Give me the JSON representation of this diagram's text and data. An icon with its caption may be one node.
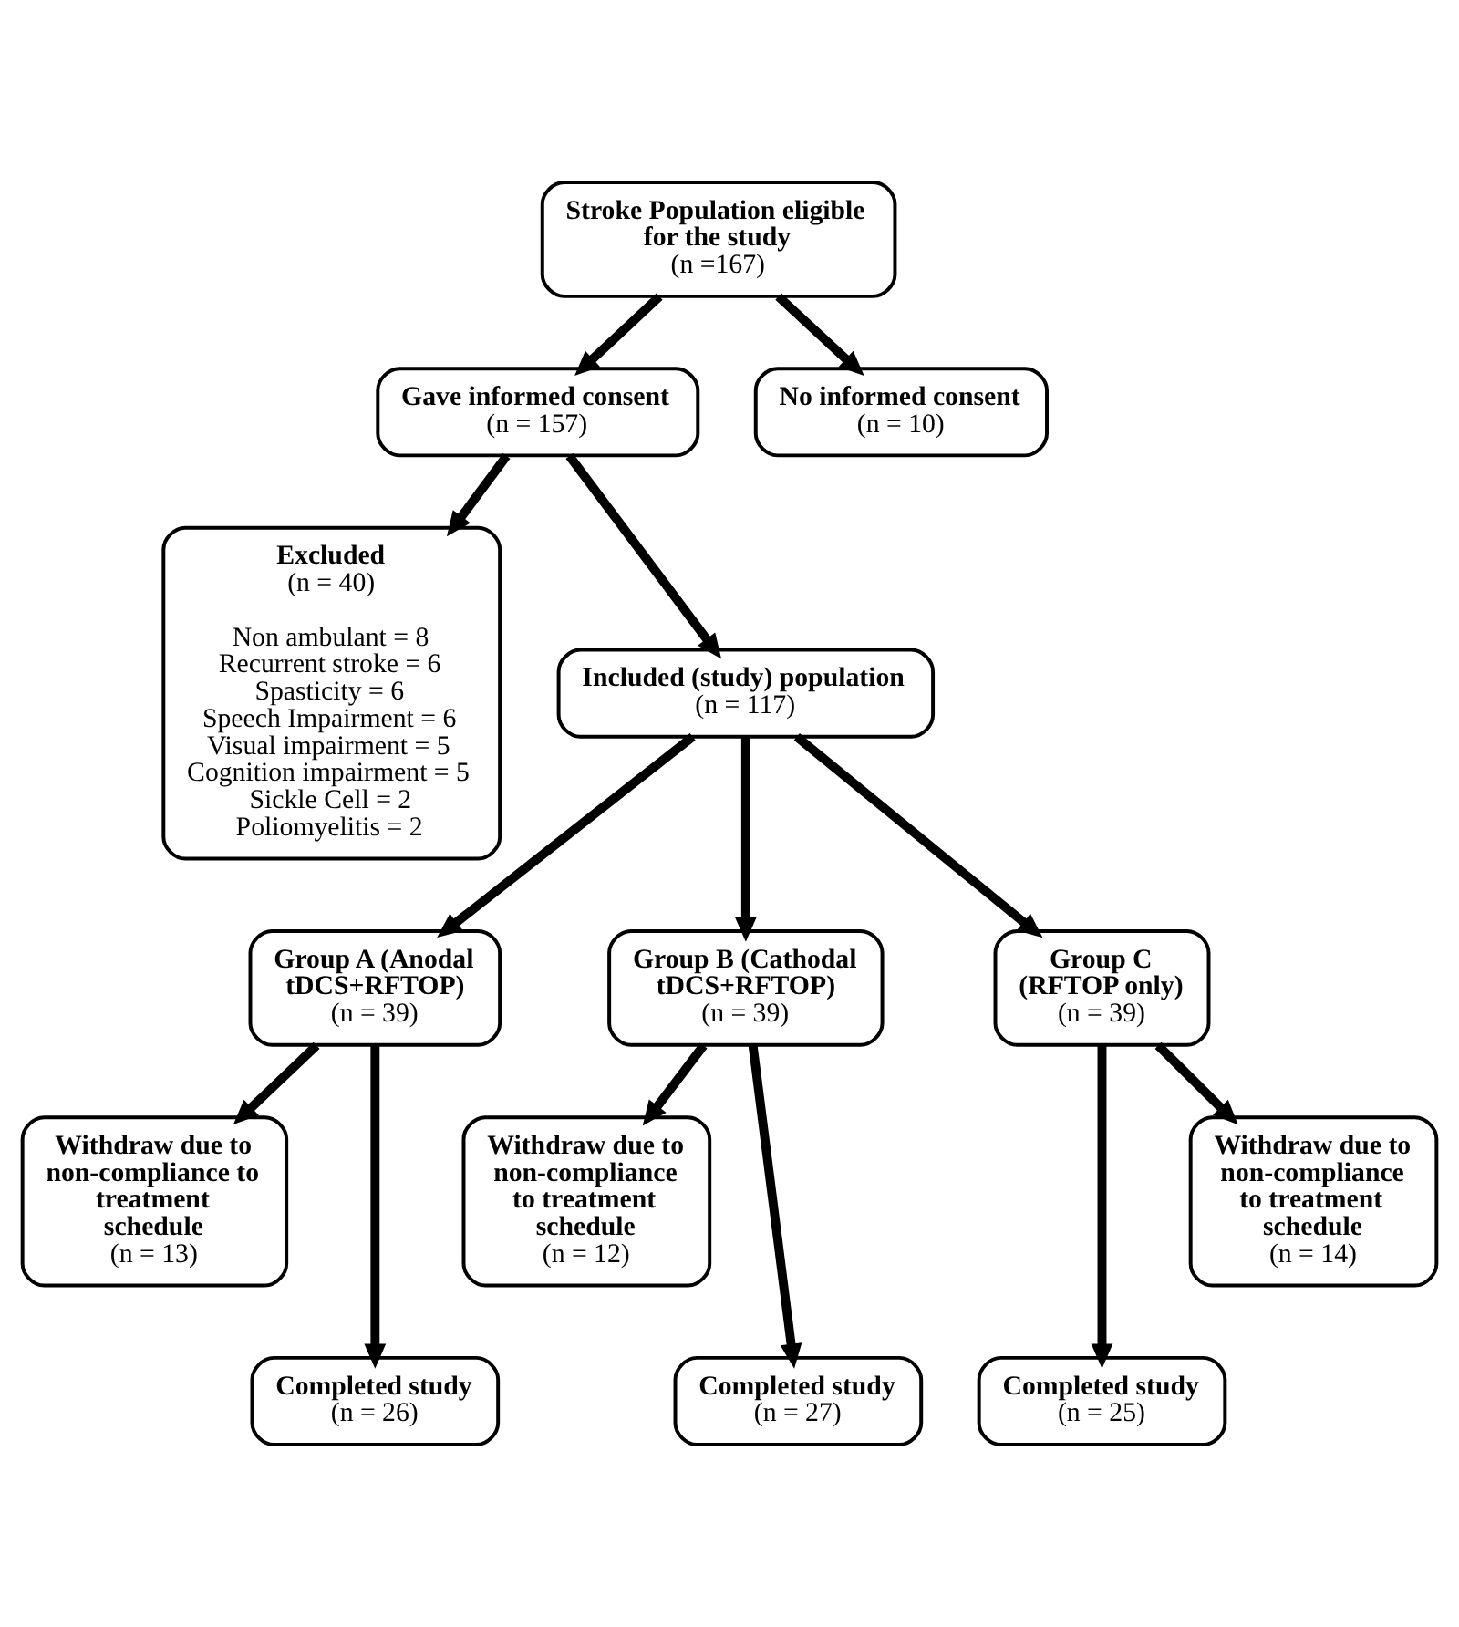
{
  "diagram": {
    "nodes": [
      {
        "text": [
          "Stroke Population eligible for the study",
          "(n =167)"
        ]
      },
      {
        "text": [
          "No informed consent",
          "(n = 10)"
        ]
      },
      {
        "text": [
          "Gave informed consent",
          "(n = 157)"
        ]
      },
      {
        "text": [
          "Excluded",
          "(n = 40)",
          "Non ambulant = 8",
          "Recurrent stroke = 6",
          "Spasticity = 6",
          "Speech Impairment = 6",
          "Visual impairment = 5",
          "Cognition impairment = 5",
          "Sickle Cell = 2",
          "Poliomyelitis = 2"
        ]
      },
      {
        "text": [
          "Included (study) population",
          "(n = 117)"
        ]
      },
      {
        "text": [
          "Group A (Anodal tDCS+RFTOP)",
          "(n = 39)"
        ]
      },
      {
        "text": [
          "Group B (Cathodal tDCS+RFTOP)",
          "(n = 39)"
        ]
      },
      {
        "text": [
          "Group C (RFTOP only)",
          "(n = 39)"
        ]
      },
      {
        "text": [
          "Withdraw due to non-compliance to treatment schedule",
          "(n = 13)"
        ]
      },
      {
        "text": [
          "Withdraw due to non-compliance to treatment schedule",
          "(n = 12)"
        ]
      },
      {
        "text": [
          "Withdraw due to non-compliance to treatment schedule",
          "(n = 14)"
        ]
      },
      {
        "text": [
          "Completed study",
          "(n = 26)"
        ]
      },
      {
        "text": [
          "Completed study",
          "(n = 27)"
        ]
      },
      {
        "text": [
          "Completed study",
          "(n = 25)"
        ]
      }
    ],
    "edges": [
      {
        "from": 0,
        "to": 1,
        "arrow": "to"
      },
      {
        "from": 0,
        "to": 2,
        "arrow": "to"
      },
      {
        "from": 2,
        "to": 3,
        "arrow": "to"
      },
      {
        "from": 2,
        "to": 4,
        "arrow": "to"
      },
      {
        "from": 4,
        "to": 5,
        "arrow": "to"
      },
      {
        "from": 4,
        "to": 6,
        "arrow": "to"
      },
      {
        "from": 4,
        "to": 7,
        "arrow": "to"
      },
      {
        "from": 5,
        "to": 8,
        "arrow": "to"
      },
      {
        "from": 5,
        "to": 11,
        "arrow": "to"
      },
      {
        "from": 6,
        "to": 9,
        "arrow": "to"
      },
      {
        "from": 6,
        "to": 12,
        "arrow": "to"
      },
      {
        "from": 7,
        "to": 13,
        "arrow": "to"
      },
      {
        "from": 7,
        "to": 10,
        "arrow": "to"
      }
    ]
  }
}
